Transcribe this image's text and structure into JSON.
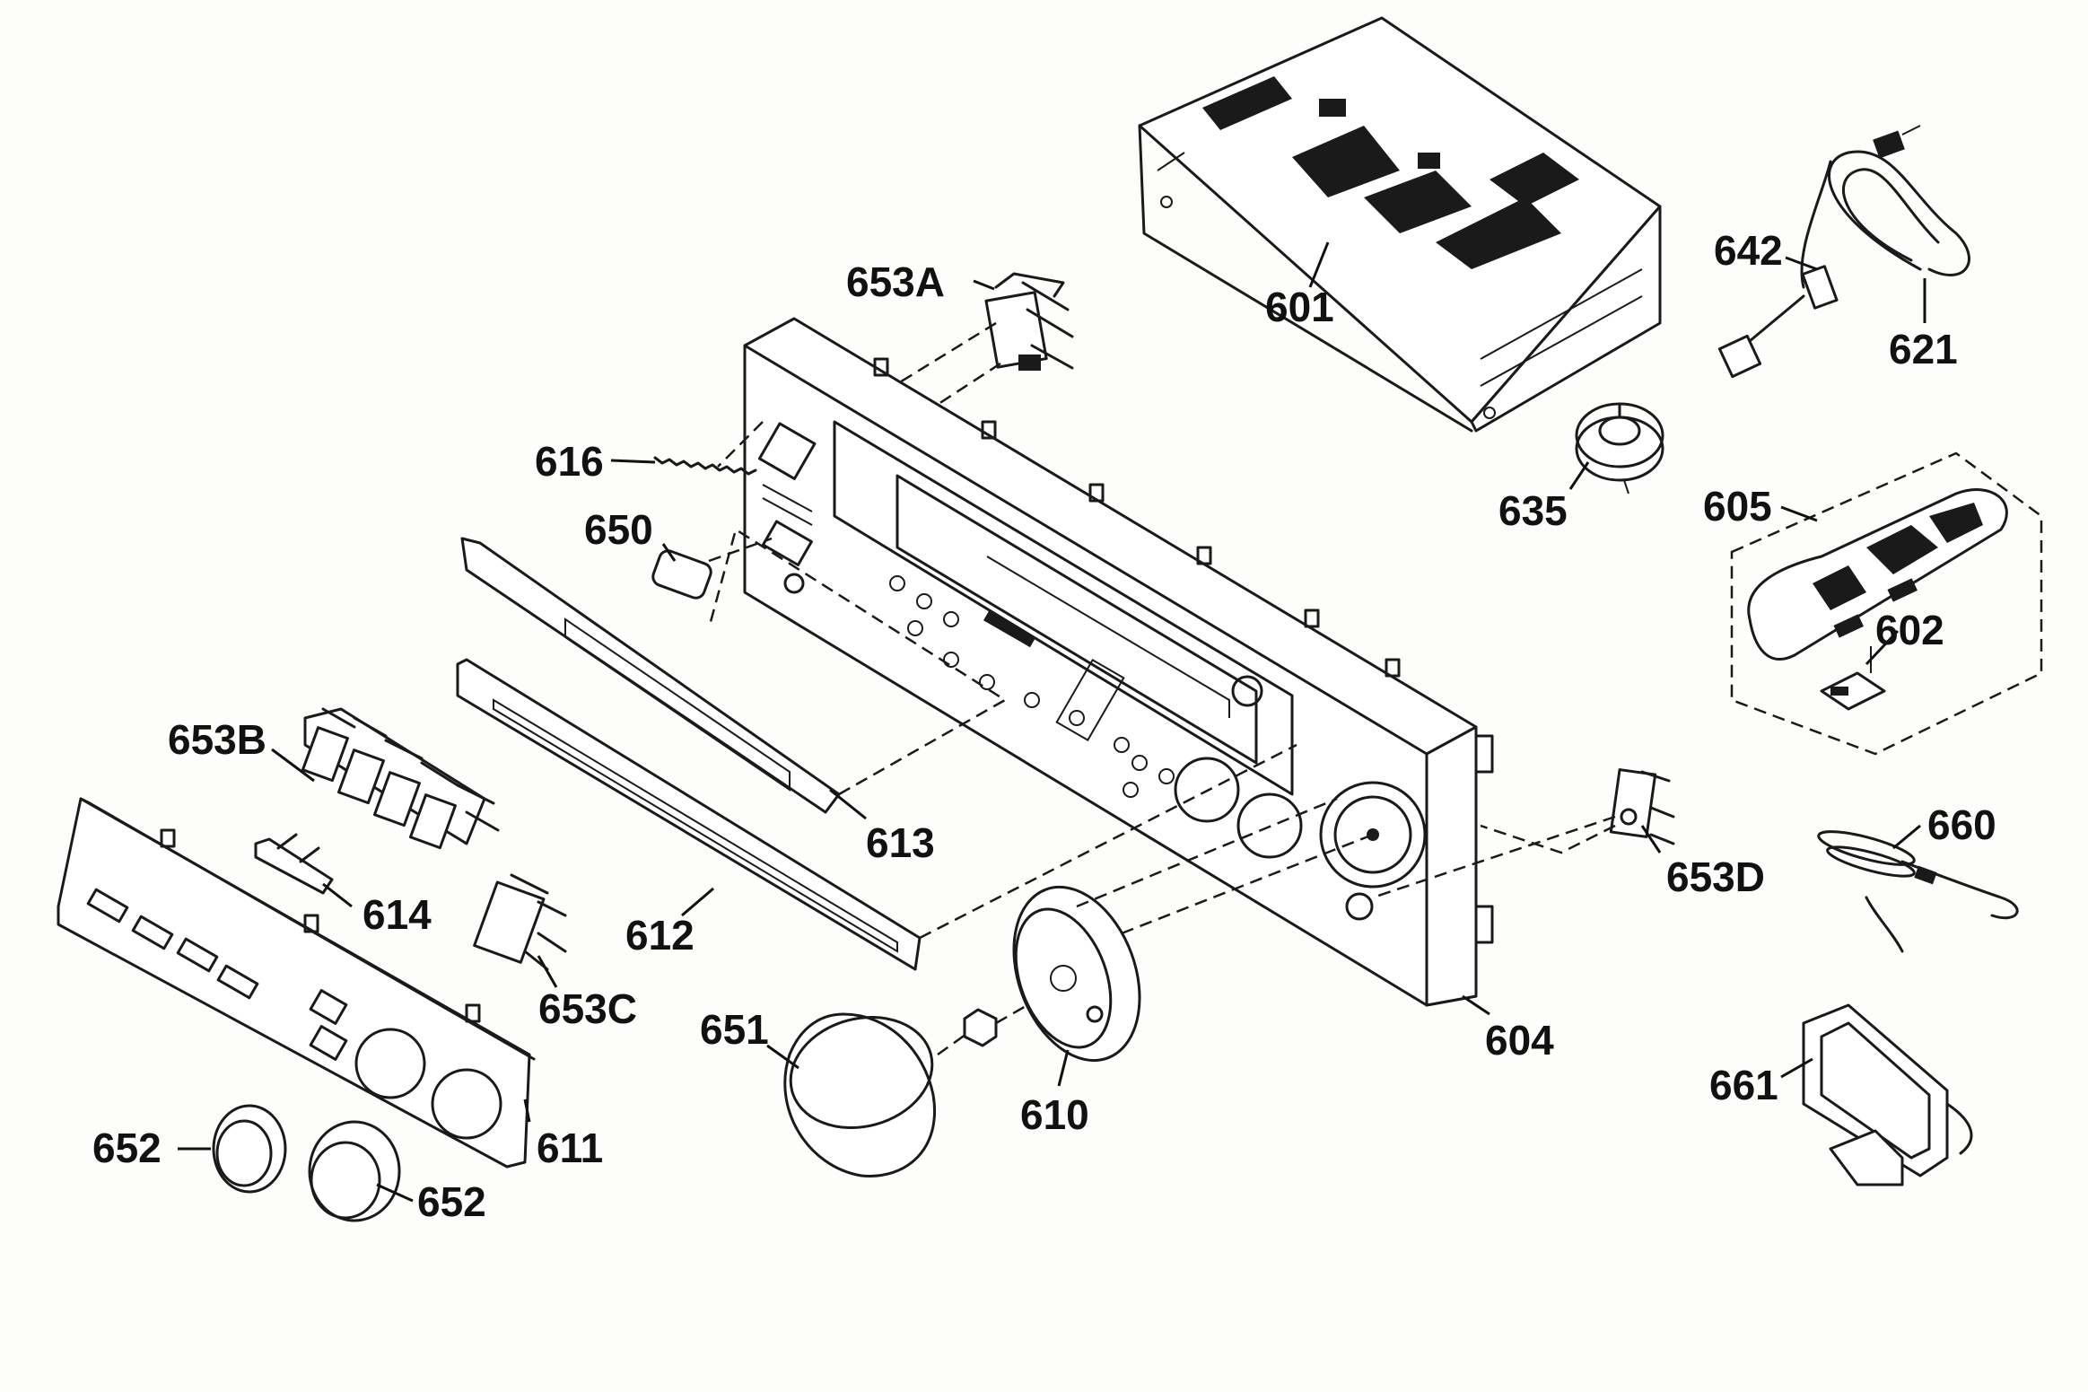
{
  "diagram": {
    "callouts": [
      {
        "id": "c601",
        "text": "601"
      },
      {
        "id": "c621",
        "text": "621"
      },
      {
        "id": "c642",
        "text": "642"
      },
      {
        "id": "c653a",
        "text": "653A"
      },
      {
        "id": "c616",
        "text": "616"
      },
      {
        "id": "c650",
        "text": "650"
      },
      {
        "id": "c635",
        "text": "635"
      },
      {
        "id": "c605",
        "text": "605"
      },
      {
        "id": "c602",
        "text": "602"
      },
      {
        "id": "c653b",
        "text": "653B"
      },
      {
        "id": "c613",
        "text": "613"
      },
      {
        "id": "c614",
        "text": "614"
      },
      {
        "id": "c612",
        "text": "612"
      },
      {
        "id": "c653c",
        "text": "653C"
      },
      {
        "id": "c653d",
        "text": "653D"
      },
      {
        "id": "c660",
        "text": "660"
      },
      {
        "id": "c651",
        "text": "651"
      },
      {
        "id": "c610",
        "text": "610"
      },
      {
        "id": "c604",
        "text": "604"
      },
      {
        "id": "c661",
        "text": "661"
      },
      {
        "id": "c652a",
        "text": "652"
      },
      {
        "id": "c611",
        "text": "611"
      },
      {
        "id": "c652b",
        "text": "652"
      }
    ]
  }
}
